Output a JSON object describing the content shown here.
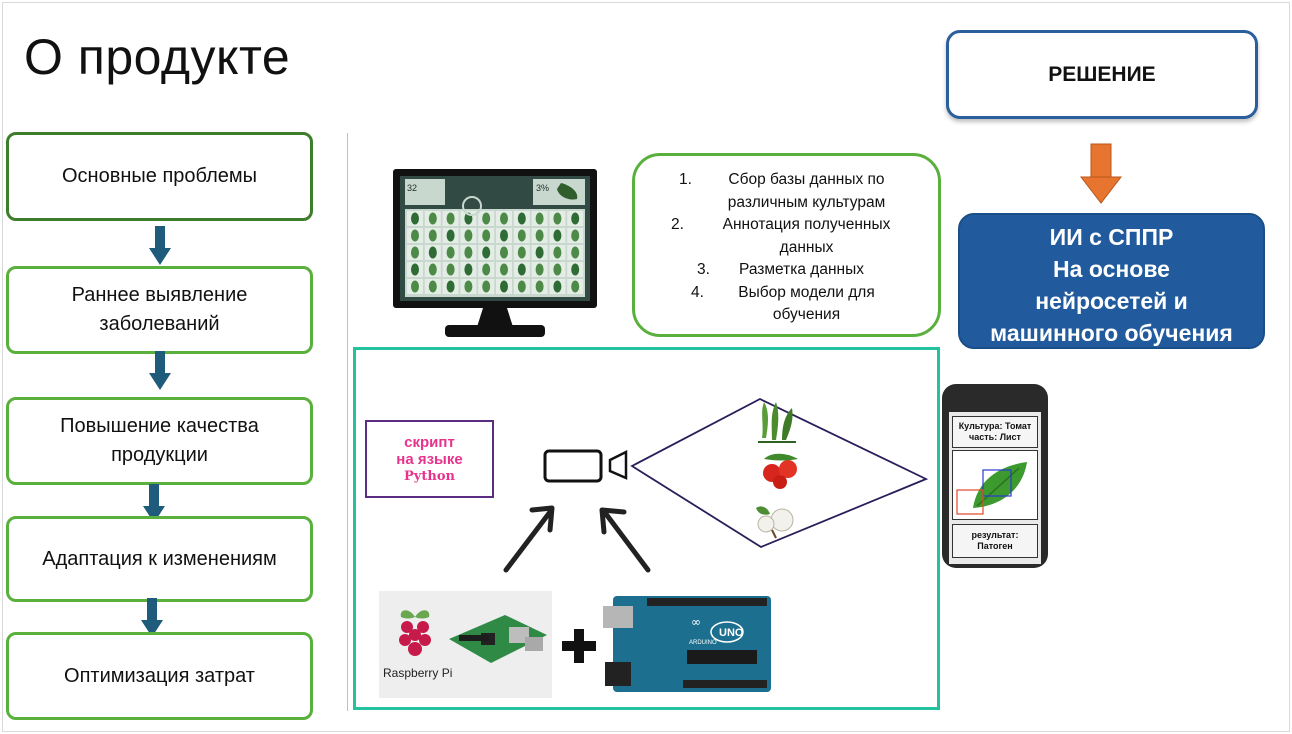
{
  "title": "О продукте",
  "problems": [
    "Основные проблемы",
    "Раннее выявление заболеваний",
    "Повышение качества продукции",
    "Адаптация к изменениям",
    "Оптимизация затрат"
  ],
  "problem_line2": {
    "p1_a": "Раннее выявление",
    "p1_b": "заболеваний",
    "p2_a": "Повышение качества",
    "p2_b": "продукции"
  },
  "steps": {
    "n1": "1.",
    "s1a": "Сбор базы данных по",
    "s1b": "различным культурам",
    "n2": "2.",
    "s2a": "Аннотация полученных",
    "s2b": "данных",
    "n3": "3.",
    "s3": "Разметка данных",
    "n4": "4.",
    "s4a": "Выбор модели для",
    "s4b": "обучения"
  },
  "solution": {
    "label": "РЕШЕНИЕ",
    "line1": "ИИ с СППР",
    "line2": "На основе",
    "line3": "нейросетей и",
    "line4": "машинного обучения"
  },
  "python_box": {
    "line1": "скрипт",
    "line2": "на языке",
    "line3": "Python"
  },
  "monitor": {
    "left_badge": "32",
    "right_badge": "3%"
  },
  "raspberry_label": "Raspberry Pi",
  "arduino": {
    "logo": "∞",
    "model": "UNO",
    "brand": "ARDUINO"
  },
  "phone": {
    "top_line1": "Культура: Томат",
    "top_line2": "часть: Лист",
    "bottom_line1": "результат:",
    "bottom_line2": "Патоген"
  },
  "colors": {
    "green_border": "#5ab03c",
    "dark_green_border": "#3e7e2a",
    "arrow_blue": "#1f5b7a",
    "orange_arrow": "#e8752f",
    "solution_blue": "#215b9d",
    "teal_frame": "#23c29f",
    "python_pink": "#e8338d"
  }
}
